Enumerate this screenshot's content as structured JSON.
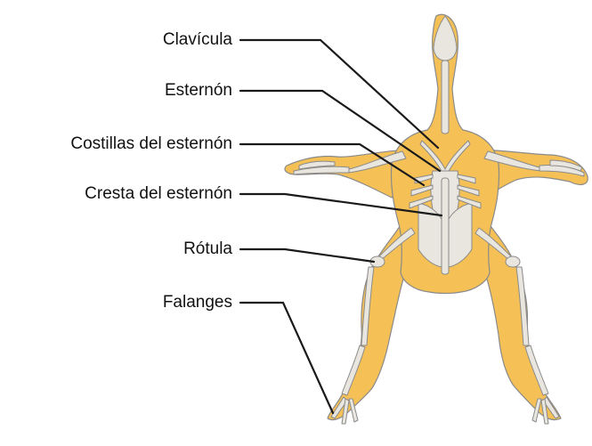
{
  "diagram": {
    "labels": {
      "clavicula": "Clavícula",
      "esternon": "Esternón",
      "costillas": "Costillas del esternón",
      "cresta": "Cresta del esternón",
      "rotula": "Rótula",
      "falanges": "Falanges"
    },
    "colors": {
      "body": "#F5C156",
      "outline": "#8a8a8a",
      "bone": "#E8E6DF",
      "leader": "#1a1a1a",
      "text": "#111111"
    }
  }
}
